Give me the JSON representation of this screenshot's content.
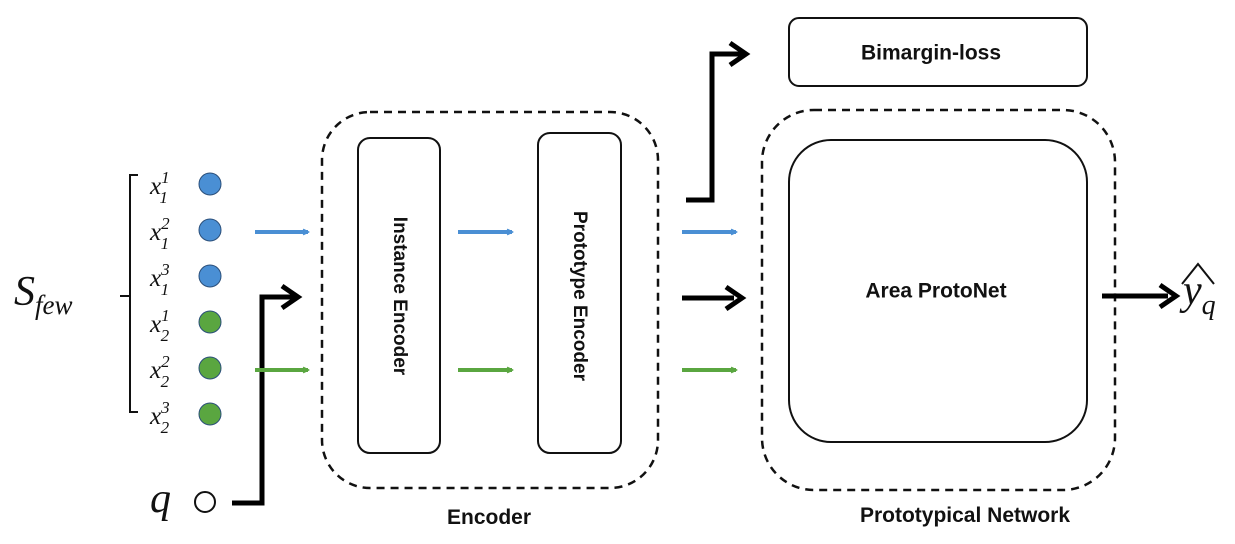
{
  "support_set": {
    "label_main": "S",
    "label_sub": "few",
    "items": [
      {
        "base": "x",
        "sub": "1",
        "sup": "1",
        "color": "#4a8fd4"
      },
      {
        "base": "x",
        "sub": "1",
        "sup": "2",
        "color": "#4a8fd4"
      },
      {
        "base": "x",
        "sub": "1",
        "sup": "3",
        "color": "#4a8fd4"
      },
      {
        "base": "x",
        "sub": "2",
        "sup": "1",
        "color": "#5aa640"
      },
      {
        "base": "x",
        "sub": "2",
        "sup": "2",
        "color": "#5aa640"
      },
      {
        "base": "x",
        "sub": "2",
        "sup": "3",
        "color": "#5aa640"
      }
    ]
  },
  "query": {
    "label": "q"
  },
  "encoder": {
    "group_label": "Encoder",
    "instance_encoder": "Instance Encoder",
    "prototype_encoder": "Prototype Encoder"
  },
  "loss": {
    "label": "Bimargin-loss"
  },
  "prototypical_network": {
    "group_label": "Prototypical Network",
    "area_protonet": "Area ProtoNet"
  },
  "output": {
    "label_main": "y",
    "label_sub": "q"
  },
  "colors": {
    "class1": "#4a8fd4",
    "class2": "#5aa640",
    "query": "#000000",
    "stroke": "#111111"
  }
}
